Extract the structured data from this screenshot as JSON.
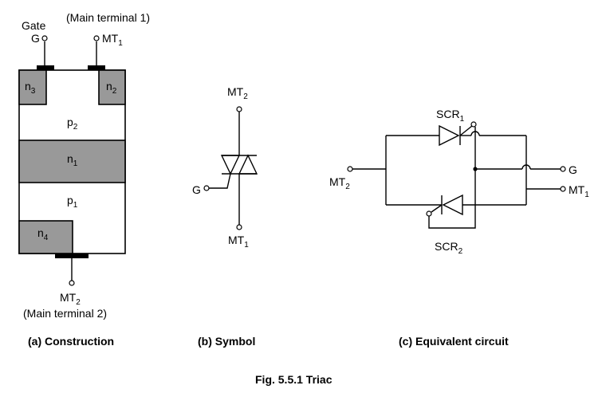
{
  "construction": {
    "gate_top": "Gate",
    "gate_label": "G",
    "mt1_note": "(Main terminal 1)",
    "mt1": {
      "main": "MT",
      "sub": "1"
    },
    "n3": {
      "main": "n",
      "sub": "3"
    },
    "n2": {
      "main": "n",
      "sub": "2"
    },
    "p2": {
      "main": "p",
      "sub": "2"
    },
    "n1": {
      "main": "n",
      "sub": "1"
    },
    "p1": {
      "main": "p",
      "sub": "1"
    },
    "n4": {
      "main": "n",
      "sub": "4"
    },
    "mt2": {
      "main": "MT",
      "sub": "2"
    },
    "mt2_note": "(Main terminal 2)",
    "caption": "(a) Construction"
  },
  "symbol": {
    "mt2": {
      "main": "MT",
      "sub": "2"
    },
    "mt1": {
      "main": "MT",
      "sub": "1"
    },
    "gate": "G",
    "caption": "(b) Symbol"
  },
  "equivalent": {
    "scr1": {
      "main": "SCR",
      "sub": "1"
    },
    "scr2": {
      "main": "SCR",
      "sub": "2"
    },
    "mt2": {
      "main": "MT",
      "sub": "2"
    },
    "gate": "G",
    "mt1": {
      "main": "MT",
      "sub": "1"
    },
    "caption": "(c) Equivalent circuit"
  },
  "figure_caption": "Fig. 5.5.1 Triac",
  "colors": {
    "semiconductor_grey": "#999999",
    "line": "#000000"
  }
}
